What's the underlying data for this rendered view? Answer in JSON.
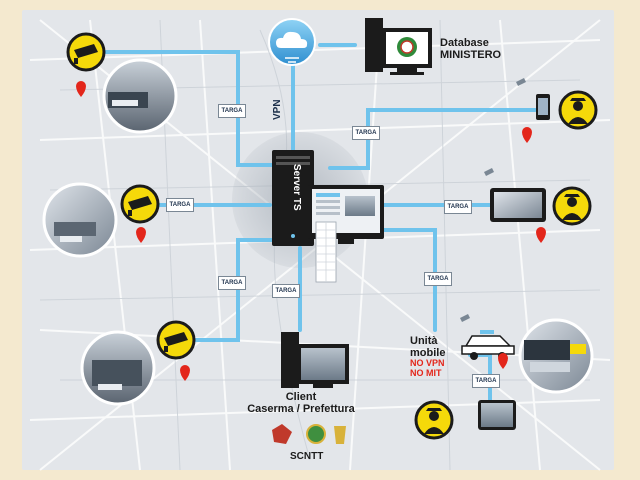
{
  "labels": {
    "database": [
      "Database",
      "MINISTERO"
    ],
    "vpn": "VPN",
    "server": "Server TS",
    "unita_mobile": [
      "Unità",
      "mobile"
    ],
    "no_vpn": "NO VPN",
    "no_mit": "NO MIT",
    "client": [
      "Client",
      "Caserma / Prefettura"
    ],
    "scntt": "SCNTT",
    "cable_tag": "TARGA"
  },
  "colors": {
    "page_bg": "#f4e9cf",
    "map_bg": "#e3e6ea",
    "link": "#6fc3ec",
    "pin": "#e3261b",
    "badge_fill": "#f5d90a",
    "text_alert": "#e3261b"
  }
}
